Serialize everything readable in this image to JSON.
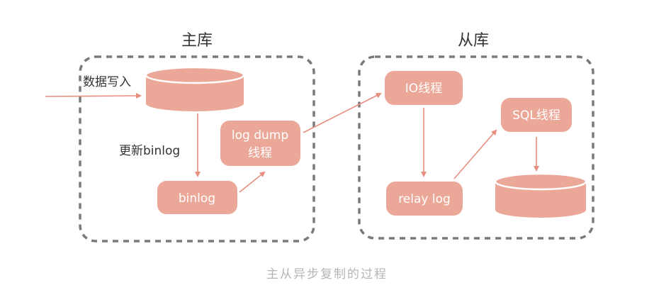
{
  "master": {
    "title": "主库",
    "write_label": "数据写入",
    "update_label": "更新binlog",
    "binlog_label": "binlog",
    "dump_line1": "log dump",
    "dump_line2": "线程"
  },
  "slave": {
    "title": "从库",
    "io_label": "IO线程",
    "sql_label": "SQL线程",
    "relay_label": "relay log"
  },
  "caption": "主从异步复制的过程",
  "colors": {
    "node_fill": "#eba898",
    "node_text": "#ffffff",
    "border": "#7a7a7a",
    "arrow": "#e88e7f",
    "label": "#333333",
    "caption": "#b5b5b5"
  }
}
